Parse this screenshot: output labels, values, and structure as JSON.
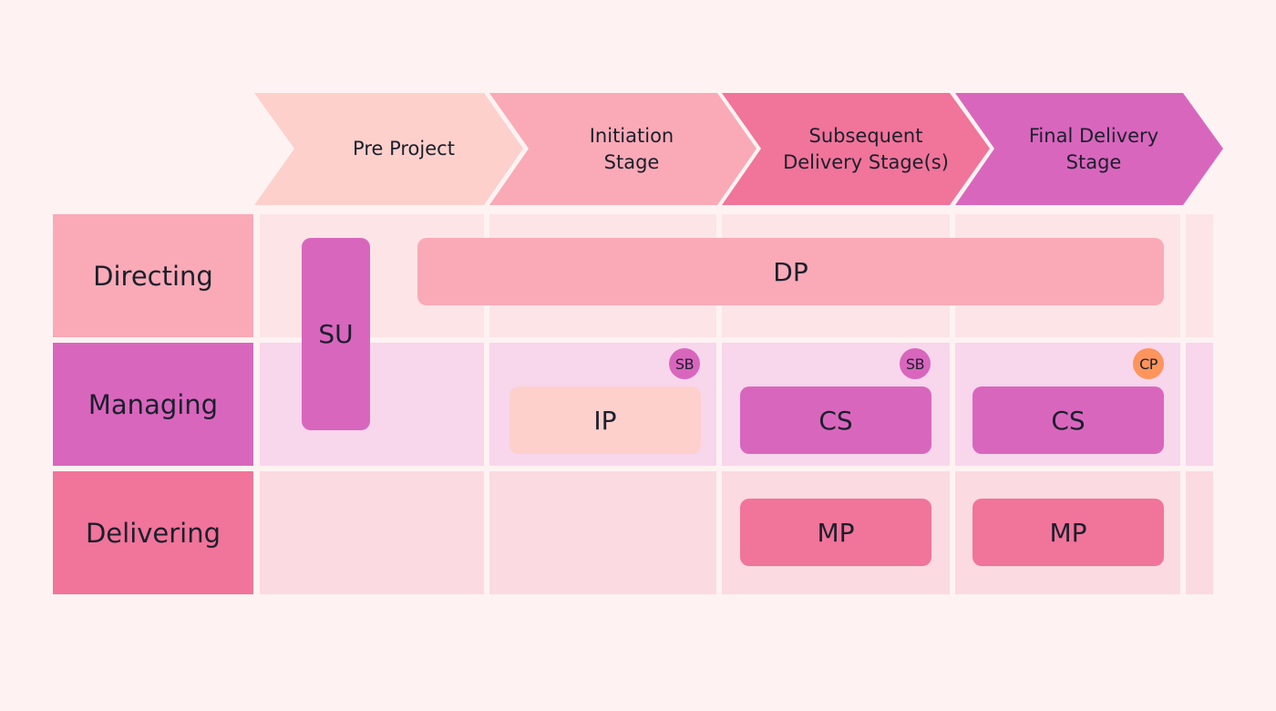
{
  "colors": {
    "background": "#fef3f2",
    "text": "#1a1f2c",
    "peach": "#fdd0cc",
    "pink_light": "#f9aab6",
    "pink": "#f1749a",
    "magenta": "#d966bd",
    "orange": "#fd955c",
    "row_directing_bg": "#fde4e7",
    "row_managing_bg": "#f8d6ec",
    "row_delivering_bg": "#fbdae1"
  },
  "stages": [
    {
      "label": "Pre Project"
    },
    {
      "label": "Initiation\nStage"
    },
    {
      "label": "Subsequent\nDelivery Stage(s)"
    },
    {
      "label": "Final Delivery\nStage"
    }
  ],
  "rows": [
    {
      "label": "Directing"
    },
    {
      "label": "Managing"
    },
    {
      "label": "Delivering"
    }
  ],
  "processes": {
    "su": "SU",
    "dp": "DP",
    "ip": "IP",
    "cs_subsequent": "CS",
    "cs_final": "CS",
    "mp_subsequent": "MP",
    "mp_final": "MP"
  },
  "badges": {
    "sb_initiation": "SB",
    "sb_subsequent": "SB",
    "cp_final": "CP"
  }
}
